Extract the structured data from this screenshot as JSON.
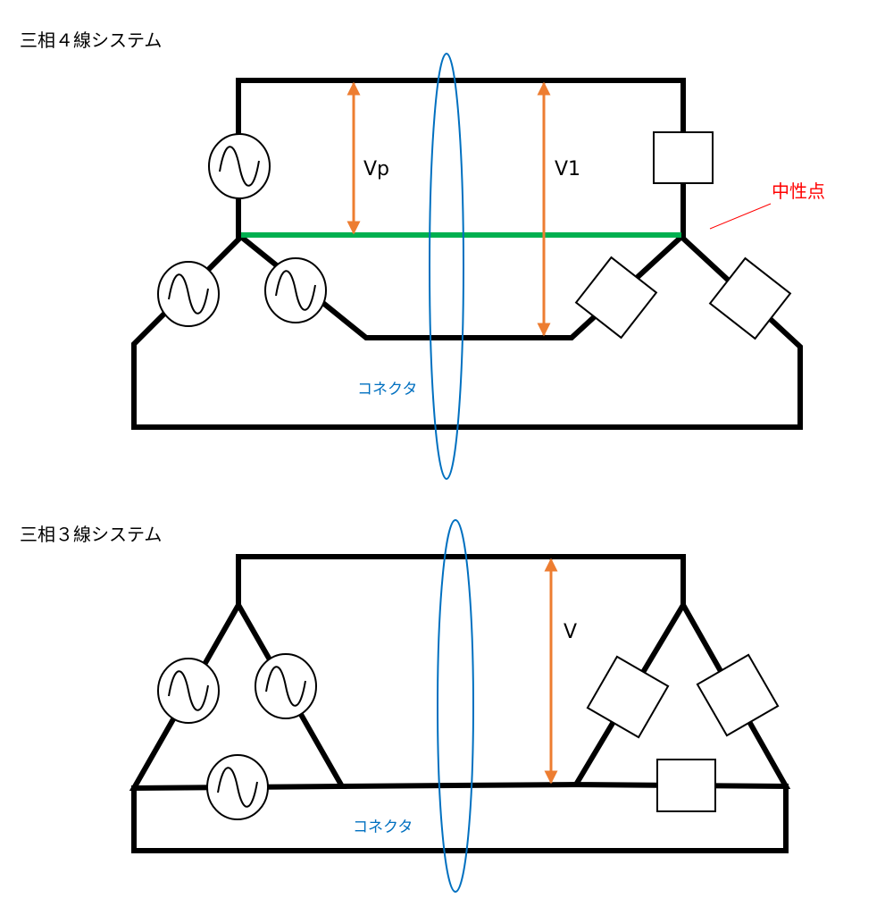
{
  "four_wire": {
    "title": "三相４線システム",
    "label_vp": "Vp",
    "label_v1": "V1",
    "connector_label": "コネクタ",
    "neutral_label": "中性点"
  },
  "three_wire": {
    "title": "三相３線システム",
    "label_v": "V",
    "connector_label": "コネクタ"
  },
  "colors": {
    "wire": "#000000",
    "neutral_wire": "#00B050",
    "voltage_arrow": "#ED7D31",
    "connector": "#0070C0",
    "neutral_label": "#FF0000"
  }
}
